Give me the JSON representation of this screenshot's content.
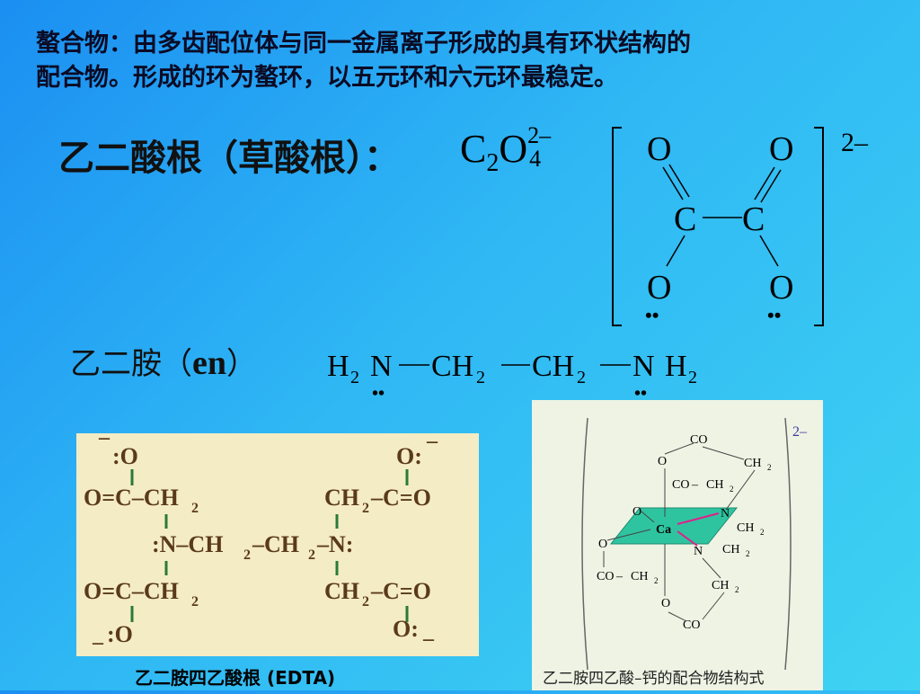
{
  "definition": {
    "line1": "螯合物：由多齿配位体与同一金属离子形成的具有环状结构的",
    "line2": "配合物。形成的环为螯环，以五元环和六元环最稳定。"
  },
  "oxalate": {
    "label": "乙二酸根（草酸根）：",
    "formula_base": "C",
    "formula_sub1": "2",
    "formula_o": "O",
    "formula_sub2": "4",
    "formula_charge": "2–",
    "charge": "2–",
    "atom_o": "O",
    "atom_c": "C",
    "lone_pair": "••"
  },
  "en": {
    "label_prefix": "乙二胺（",
    "label_abbr": "en",
    "label_suffix": "）",
    "h": "H",
    "n": "N",
    "ch": "CH",
    "sub2": "2",
    "bond": "—",
    "lone_pair": "••"
  },
  "edta": {
    "caption": "乙二胺四乙酸根 (EDTA)",
    "top_left_o": ":O",
    "top_right_o": "O:",
    "minus": "–",
    "ester_left_top": "O=C–CH",
    "ester_right_top": "CH",
    "ester_right_top_tail": "–C=O",
    "center": ":N–CH",
    "center_mid": "–CH",
    "center_tail": "–N:",
    "ester_left_bottom": "O=C–CH",
    "ester_right_bottom": "CH",
    "ester_right_bottom_tail": "–C=O",
    "bottom_left_o": ":O",
    "bottom_right_o": "O:",
    "sub2": "2"
  },
  "ca_complex": {
    "caption": "乙二胺四乙酸–钙的配合物结构式",
    "charge": "2–",
    "co": "CO",
    "ch2": "CH",
    "sub2": "2",
    "o": "O",
    "n": "N",
    "ca": "Ca",
    "plane_color": "#2fc4a0",
    "arrow_color": "#e0208a"
  }
}
